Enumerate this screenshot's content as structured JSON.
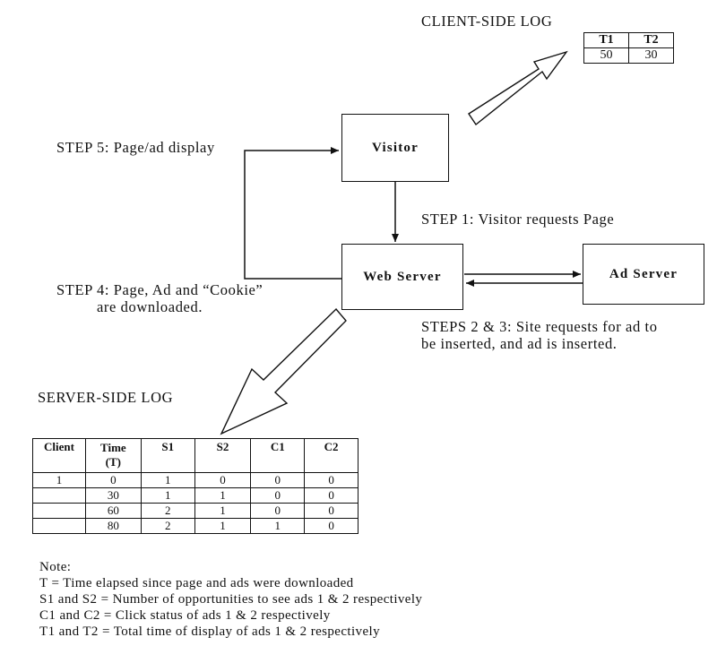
{
  "client_log": {
    "title": "CLIENT-SIDE LOG",
    "headers": [
      "T1",
      "T2"
    ],
    "rows": [
      [
        "50",
        "30"
      ]
    ]
  },
  "server_log": {
    "title": "SERVER-SIDE LOG",
    "headers": [
      "Client",
      "Time (T)",
      "S1",
      "S2",
      "C1",
      "C2"
    ],
    "rows": [
      [
        "1",
        "0",
        "1",
        "0",
        "0",
        "0"
      ],
      [
        "",
        "30",
        "1",
        "1",
        "0",
        "0"
      ],
      [
        "",
        "60",
        "2",
        "1",
        "0",
        "0"
      ],
      [
        "",
        "80",
        "2",
        "1",
        "1",
        "0"
      ]
    ]
  },
  "nodes": {
    "visitor": "Visitor",
    "web_server": "Web Server",
    "ad_server": "Ad Server"
  },
  "steps": {
    "step1": "STEP 1: Visitor requests Page",
    "steps23_line1": "STEPS 2 & 3: Site requests for ad to",
    "steps23_line2": "be inserted, and ad is inserted.",
    "step4_line1": "STEP 4: Page, Ad and “Cookie”",
    "step4_line2": "are downloaded.",
    "step5": "STEP 5: Page/ad display"
  },
  "notes": {
    "heading": "Note:",
    "lines": [
      "T = Time elapsed since page and ads were downloaded",
      "S1 and S2 = Number of opportunities to see ads 1 & 2 respectively",
      "C1 and C2 = Click status of ads 1 & 2 respectively",
      "T1 and T2 = Total time of display of ads 1 & 2 respectively"
    ]
  }
}
